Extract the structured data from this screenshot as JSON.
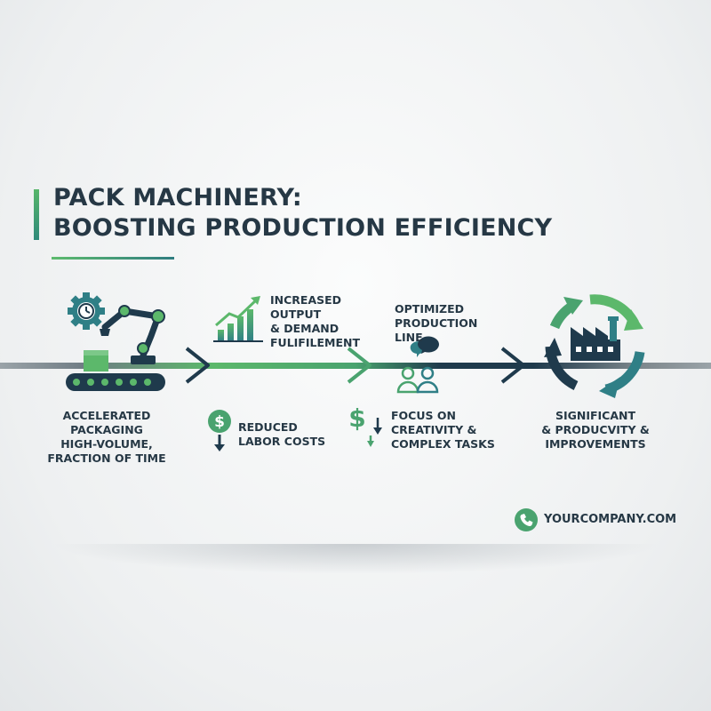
{
  "title": {
    "line1": "PACK MACHINERY:",
    "line2": "BOOSTING PRODUCTION EFFICIENCY"
  },
  "steps": {
    "packaging": "ACCELERATED PACKAGING\nHIGH-VOLUME,\nFRACTION OF TIME",
    "output": "INCREASED OUTPUT\n & DEMAND\nFULIFILEMENT",
    "labor": "REDUCED\nLABOR COSTS",
    "line": "OPTIMIZED\nPRODUCTION LINE",
    "creativity": "FOCUS ON\nCREATIVITY &\nCOMPLEX TASKS",
    "improvements": "SIGNIFICANT\n& PRODUCVITY &\nIMPROVEMENTS"
  },
  "icons": {
    "robot": "robot-arm-conveyor-icon",
    "growth": "growth-chart-icon",
    "dollar_down": "dollar-down-icon",
    "people": "team-discussion-icon",
    "factory_cycle": "factory-cycle-icon",
    "phone": "phone-icon"
  },
  "colors": {
    "green": "#5cb86b",
    "teal": "#2f7f86",
    "navy": "#1f3a4c"
  },
  "footer": {
    "website": "YOURCOMPANY.COM"
  }
}
